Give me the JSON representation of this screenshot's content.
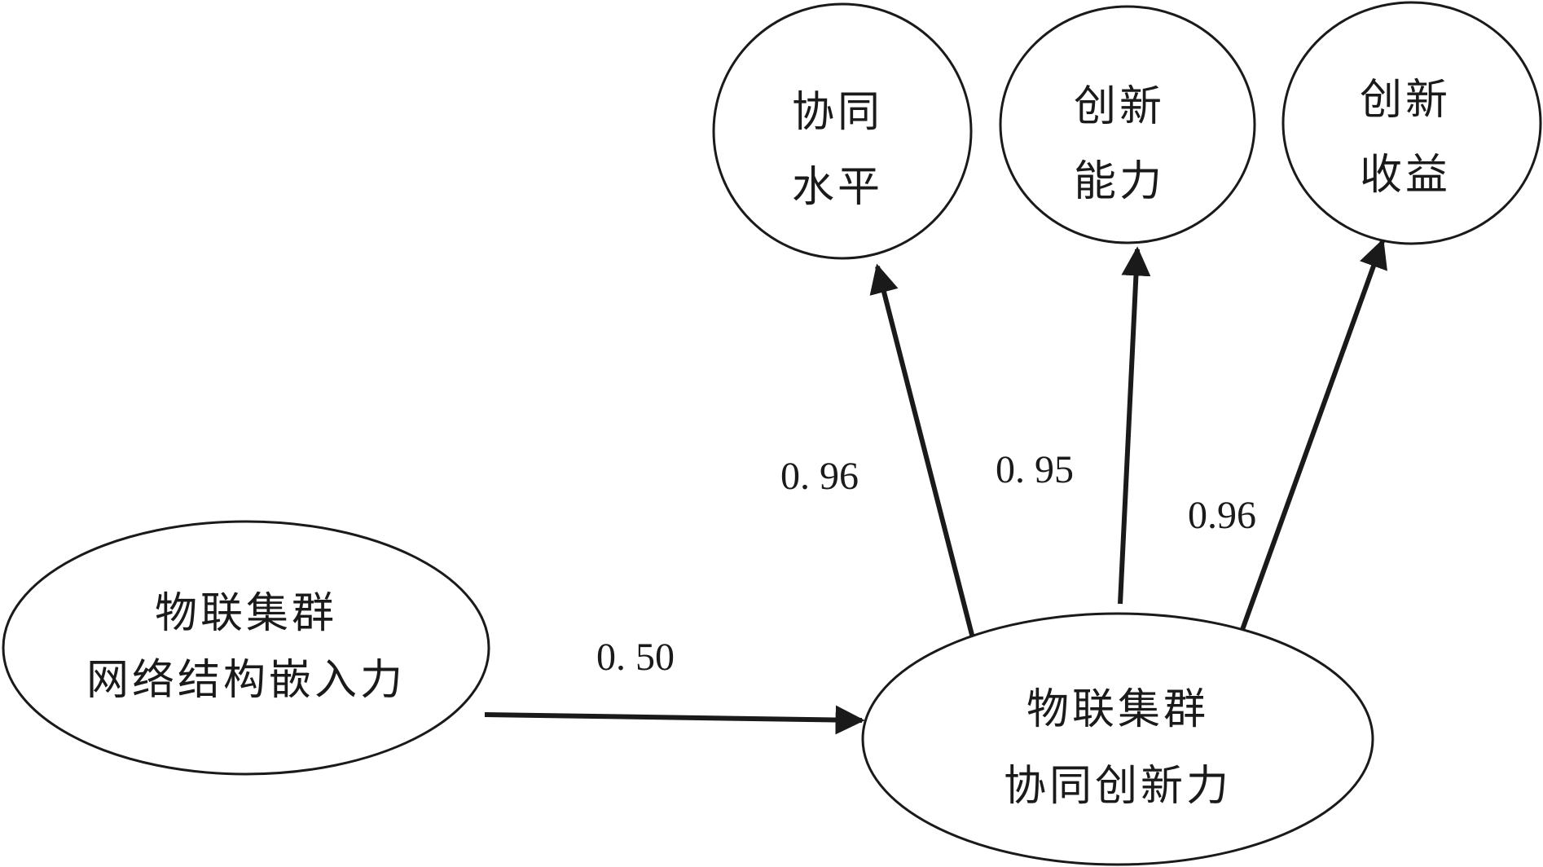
{
  "nodes": {
    "embed": {
      "line1": "物联集群",
      "line2": "网络结构嵌入力"
    },
    "innov": {
      "line1": "物联集群",
      "line2": "协同创新力"
    },
    "level": {
      "line1": "协同",
      "line2": "水平"
    },
    "ability": {
      "line1": "创新",
      "line2": "能力"
    },
    "benefit": {
      "line1": "创新",
      "line2": "收益"
    }
  },
  "edges": {
    "embed_to_innov": "0. 50",
    "innov_to_level": "0. 96",
    "innov_to_ability": "0. 95",
    "innov_to_benefit": "0.96"
  },
  "colors": {
    "stroke": "#1a1a1a",
    "background": "#ffffff"
  }
}
